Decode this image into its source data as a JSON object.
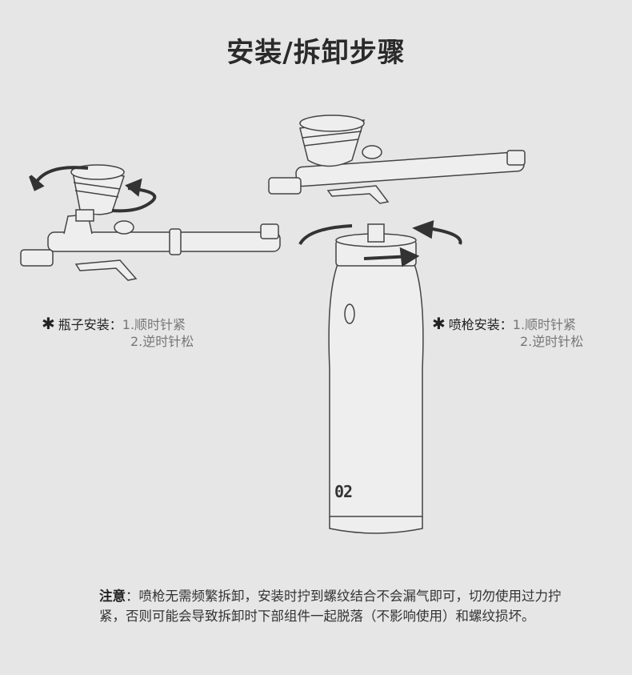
{
  "title": "安装/拆卸步骤",
  "bottle_instruction": {
    "star": "✱",
    "label": "瓶子安装：",
    "step1": "1.顺时针紧",
    "step2": "2.逆时针松"
  },
  "gun_instruction": {
    "star": "✱",
    "label": "喷枪安装：",
    "step1": "1.顺时针紧",
    "step2": "2.逆时针松"
  },
  "device_display": "02",
  "note": {
    "label": "注意",
    "text": "：喷枪无需频繁拆卸，安装时拧到螺纹结合不会漏气即可，切勿使用过力拧紧，否则可能会导致拆卸时下部组件一起脱落（不影响使用）和螺纹损坏。"
  },
  "colors": {
    "background": "#e6e6e6",
    "line": "#444444",
    "arrow": "#333333"
  }
}
